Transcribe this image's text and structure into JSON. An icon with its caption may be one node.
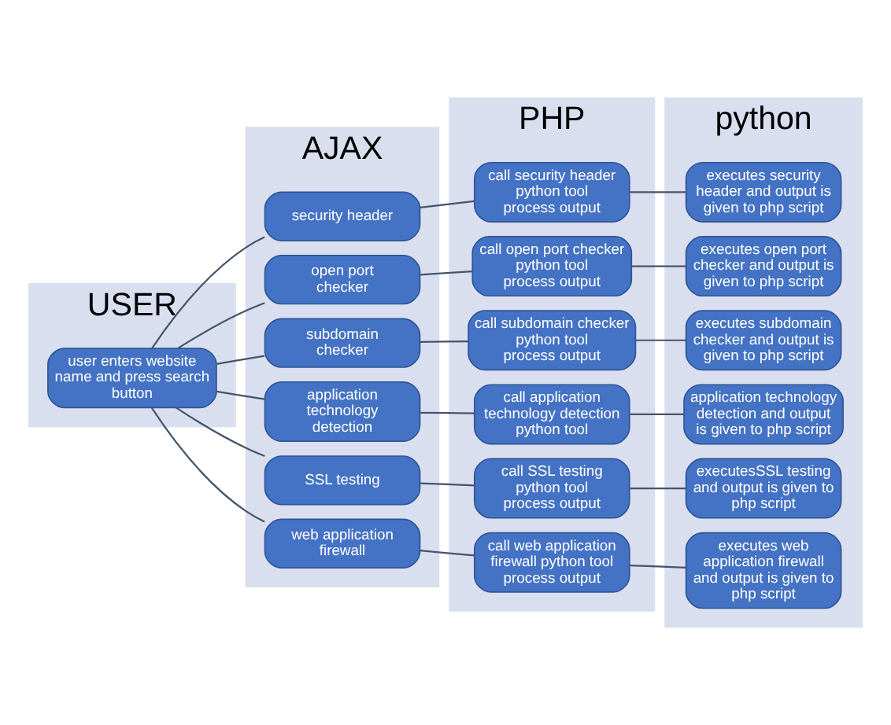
{
  "diagram": {
    "nodes": [
      {
        "text": [
          "USER"
        ]
      },
      {
        "text": [
          "AJAX"
        ]
      },
      {
        "text": [
          "PHP"
        ]
      },
      {
        "text": [
          "python"
        ]
      },
      {
        "text": [
          "user enters website name and press search button"
        ],
        "in": 0
      },
      {
        "text": [
          "security header"
        ],
        "in": 1
      },
      {
        "text": [
          "open port checker"
        ],
        "in": 1
      },
      {
        "text": [
          "subdomain checker"
        ],
        "in": 1
      },
      {
        "text": [
          "application technology detection"
        ],
        "in": 1
      },
      {
        "text": [
          "SSL testing"
        ],
        "in": 1
      },
      {
        "text": [
          "web application firewall"
        ],
        "in": 1
      },
      {
        "text": [
          "call security header python tool",
          "process output"
        ],
        "in": 2
      },
      {
        "text": [
          "call open port checker python tool",
          "process output"
        ],
        "in": 2
      },
      {
        "text": [
          "call subdomain checker python tool",
          "process output"
        ],
        "in": 2
      },
      {
        "text": [
          "call application technology detection python tool"
        ],
        "in": 2
      },
      {
        "text": [
          "call SSL testing python tool",
          "process output"
        ],
        "in": 2
      },
      {
        "text": [
          "call web application firewall python tool",
          "process output"
        ],
        "in": 2
      },
      {
        "text": [
          "executes security header and output is given to php script"
        ],
        "in": 3
      },
      {
        "text": [
          "executes open port checker and output is given to php script"
        ],
        "in": 3
      },
      {
        "text": [
          "executes subdomain checker and output is given to php script"
        ],
        "in": 3
      },
      {
        "text": [
          "application technology detection and output is given to php script"
        ],
        "in": 3
      },
      {
        "text": [
          "executesSSL testing and output is given to php script"
        ],
        "in": 3
      },
      {
        "text": [
          "executes web application firewall and output is given to php script"
        ],
        "in": 3
      }
    ],
    "edges": [
      {
        "from": 4,
        "to": 5,
        "arrow": "none"
      },
      {
        "from": 4,
        "to": 6,
        "arrow": "none"
      },
      {
        "from": 4,
        "to": 7,
        "arrow": "none"
      },
      {
        "from": 4,
        "to": 8,
        "arrow": "none"
      },
      {
        "from": 4,
        "to": 9,
        "arrow": "none"
      },
      {
        "from": 4,
        "to": 10,
        "arrow": "none"
      },
      {
        "from": 5,
        "to": 11,
        "arrow": "none"
      },
      {
        "from": 6,
        "to": 12,
        "arrow": "none"
      },
      {
        "from": 7,
        "to": 13,
        "arrow": "none"
      },
      {
        "from": 8,
        "to": 14,
        "arrow": "none"
      },
      {
        "from": 9,
        "to": 15,
        "arrow": "none"
      },
      {
        "from": 10,
        "to": 16,
        "arrow": "none"
      },
      {
        "from": 11,
        "to": 17,
        "arrow": "none"
      },
      {
        "from": 12,
        "to": 18,
        "arrow": "none"
      },
      {
        "from": 13,
        "to": 19,
        "arrow": "none"
      },
      {
        "from": 14,
        "to": 20,
        "arrow": "none"
      },
      {
        "from": 15,
        "to": 21,
        "arrow": "none"
      },
      {
        "from": 16,
        "to": 22,
        "arrow": "none"
      }
    ]
  }
}
